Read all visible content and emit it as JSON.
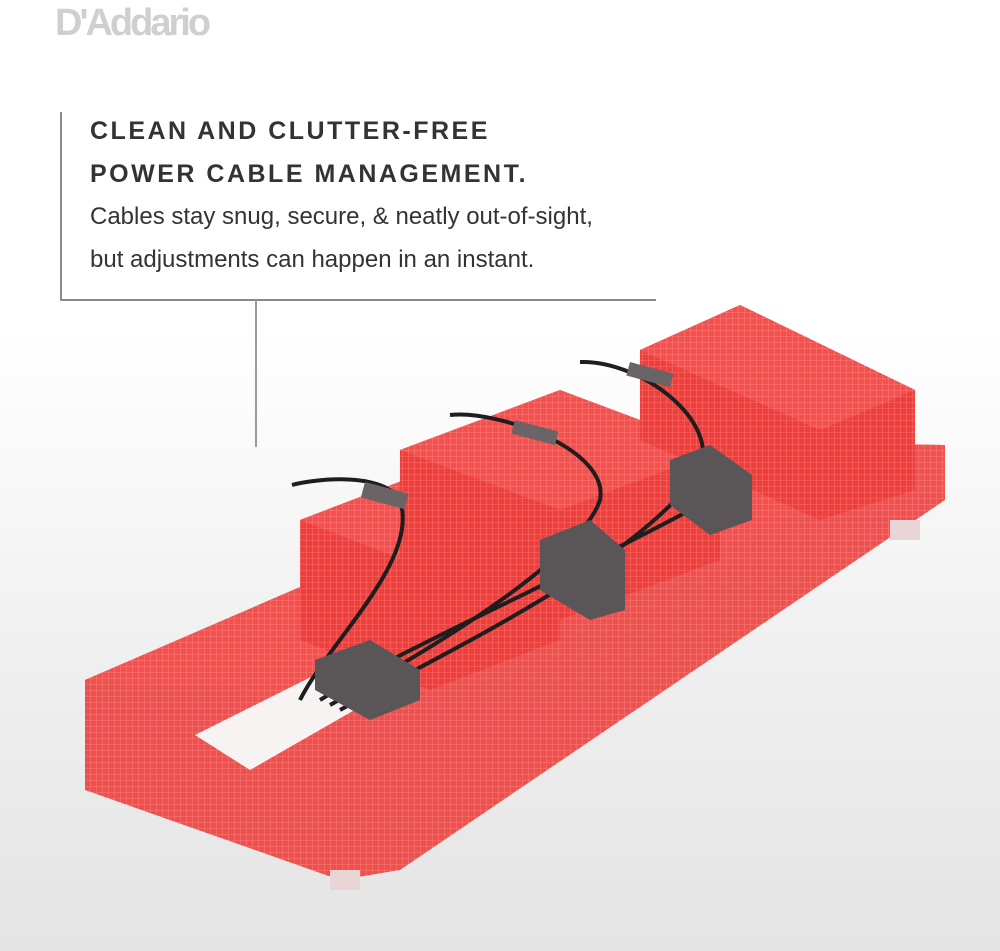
{
  "brand": {
    "logo_text": "D'Addario"
  },
  "callout": {
    "headline_line1": "CLEAN AND CLUTTER-FREE",
    "headline_line2": "POWER CABLE MANAGEMENT.",
    "body_line1": "Cables stay snug, secure, & neatly out-of-sight,",
    "body_line2": "but adjustments can happen in an instant."
  },
  "colors": {
    "board_red": "#f24a48",
    "text": "#333333",
    "logo": "#cfcfcf",
    "cable": "#1e1e1e",
    "clip": "#5a5556"
  }
}
